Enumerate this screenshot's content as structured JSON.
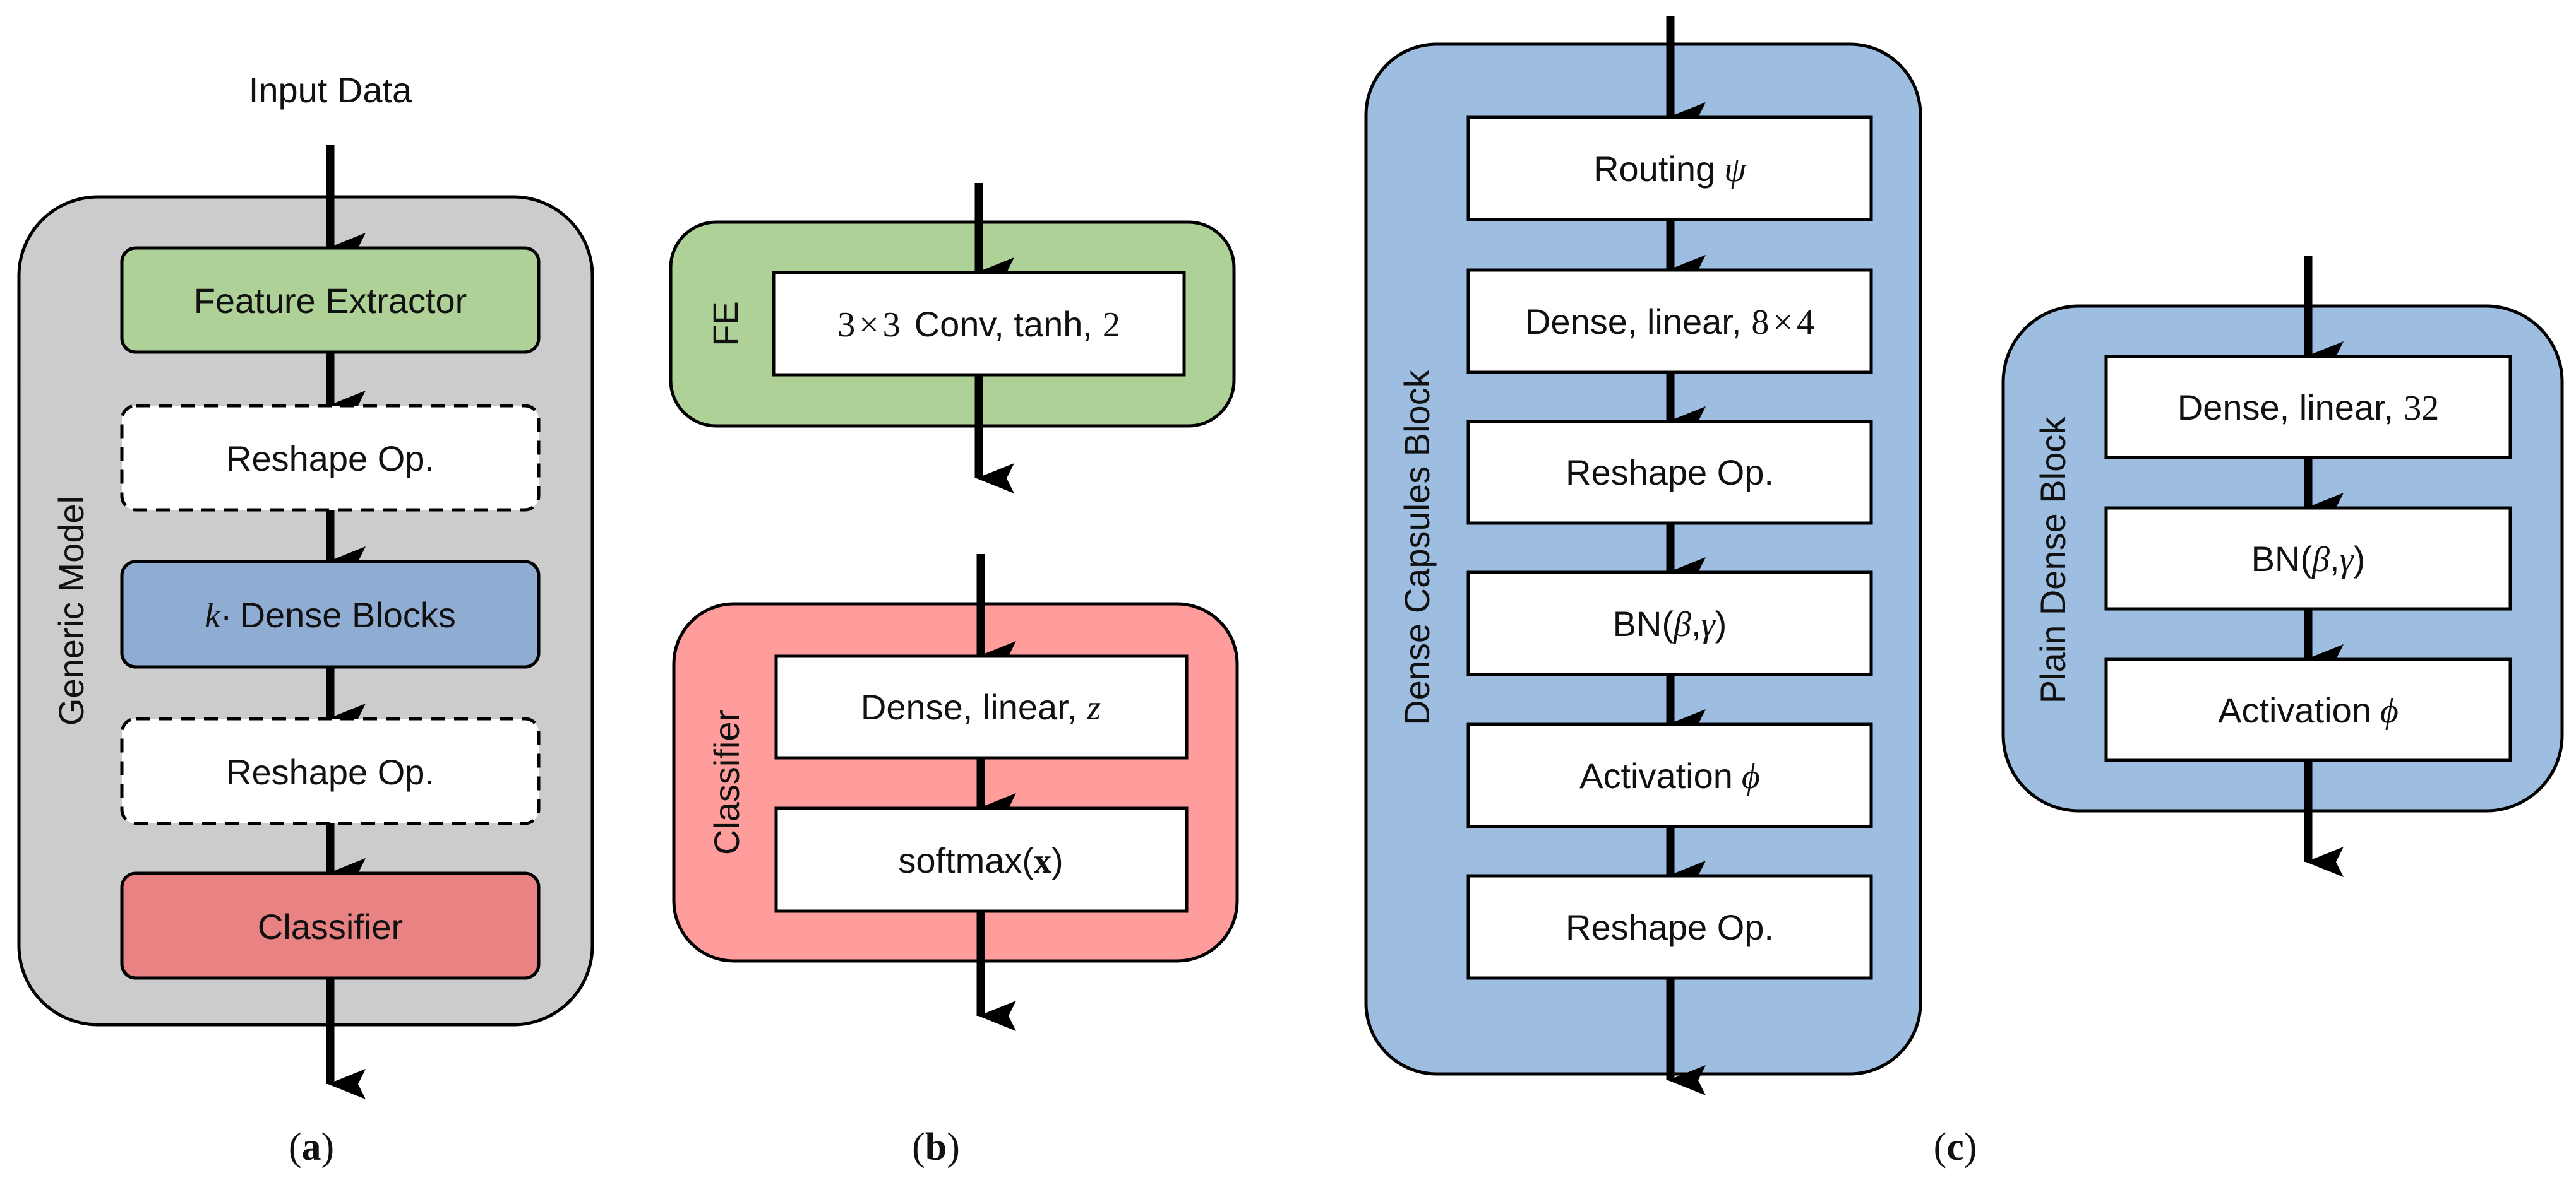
{
  "colors": {
    "gray_panel": "#cccccc",
    "green": "#aed198",
    "blue": "#8facd3",
    "blue_panel": "#9dbde1",
    "red_panel": "#ff9d9d",
    "red_box": "#e88283",
    "arrow": "#000000"
  },
  "panel_a": {
    "input_label": "Input Data",
    "side_label": "Generic Model",
    "blocks": {
      "feature_extractor": "Feature Extractor",
      "reshape_1": "Reshape Op.",
      "dense_blocks_var": "k",
      "dense_blocks_dot": "·",
      "dense_blocks_text": "Dense Blocks",
      "reshape_2": "Reshape Op.",
      "classifier": "Classifier"
    },
    "caption_open": "(",
    "caption_letter": "a",
    "caption_close": ")"
  },
  "panel_b": {
    "fe_label": "FE",
    "conv_math_1": "3",
    "conv_math_x": "×",
    "conv_math_2": "3",
    "conv_text": "Conv, tanh,",
    "conv_num": "2",
    "classifier_label": "Classifier",
    "dense_text": "Dense, linear,",
    "dense_var": "z",
    "softmax_text": "softmax(",
    "softmax_var": "x",
    "softmax_close": ")",
    "caption_open": "(",
    "caption_letter": "b",
    "caption_close": ")"
  },
  "panel_c": {
    "capsules_label": "Dense Capsules Block",
    "routing_text": "Routing",
    "routing_var": "ψ",
    "dense_text": "Dense, linear,",
    "dense_math_1": "8",
    "dense_math_x": "×",
    "dense_math_2": "4",
    "reshape_1": "Reshape Op.",
    "bn_open": "BN(",
    "bn_beta": "β",
    "bn_comma": ",",
    "bn_gamma": "γ",
    "bn_close": ")",
    "activation_text": "Activation",
    "activation_var": "ϕ",
    "reshape_2": "Reshape Op.",
    "plain_label": "Plain Dense Block",
    "plain_dense_text": "Dense, linear,",
    "plain_dense_num": "32",
    "plain_bn_open": "BN(",
    "plain_bn_beta": "β",
    "plain_bn_comma": ",",
    "plain_bn_gamma": "γ",
    "plain_bn_close": ")",
    "plain_activation_text": "Activation",
    "plain_activation_var": "ϕ",
    "caption_open": "(",
    "caption_letter": "c",
    "caption_close": ")"
  }
}
